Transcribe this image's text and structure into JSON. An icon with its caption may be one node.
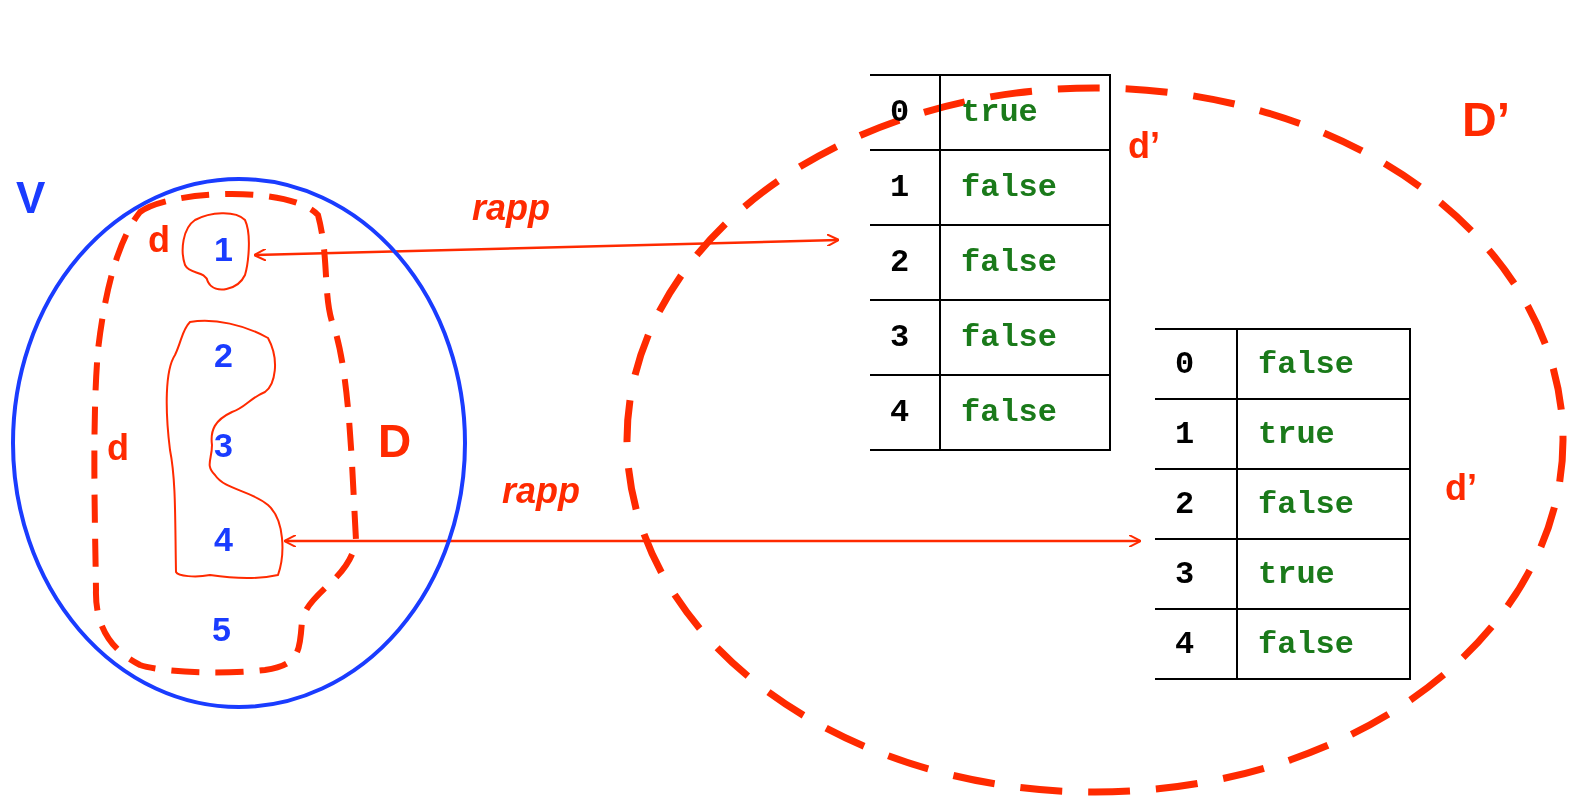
{
  "diagram": {
    "nodes": [
      {
        "text": [
          "V"
        ]
      },
      {
        "text": [
          "D"
        ],
        "in": 0
      },
      {
        "text": [
          "1"
        ],
        "beside": [
          "d"
        ],
        "in": 1
      },
      {
        "text": [
          "2",
          "3",
          "4"
        ],
        "beside": [
          "d"
        ],
        "in": 1
      },
      {
        "text": [
          "D’"
        ]
      },
      {
        "text": [
          "0",
          "true",
          "1",
          "false",
          "2",
          "false",
          "3",
          "false",
          "4",
          "false"
        ],
        "beside": [
          "d’"
        ],
        "in": 4
      },
      {
        "text": [
          "0",
          "false",
          "1",
          "true",
          "2",
          "false",
          "3",
          "true",
          "4",
          "false"
        ],
        "beside": [
          "d’"
        ],
        "in": 4
      }
    ],
    "edges": [
      {
        "from": 2,
        "to": 5,
        "arrow": "both",
        "label": "rapp"
      },
      {
        "from": 3,
        "to": 6,
        "arrow": "both",
        "label": "rapp"
      }
    ],
    "labels": [
      "5"
    ]
  }
}
